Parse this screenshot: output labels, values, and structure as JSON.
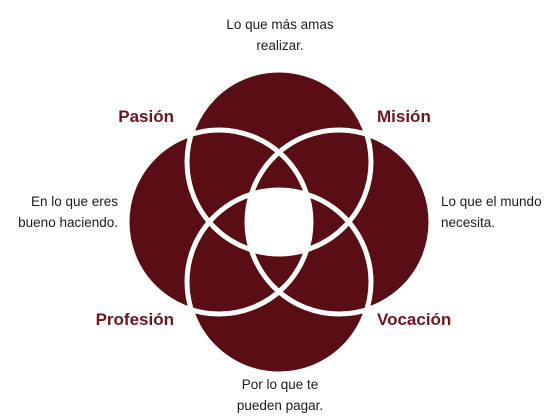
{
  "colors": {
    "circle_fill": "#590d14",
    "circle_stroke": "#ffffff",
    "center_fill": "#ffffff",
    "label_color": "#6e1620",
    "text_color": "#1c1c1c"
  },
  "diagram": {
    "labels": {
      "pasion": "Pasión",
      "mision": "Misión",
      "profesion": "Profesión",
      "vocacion": "Vocación"
    },
    "captions": {
      "top": [
        "Lo que más amas",
        "realizar."
      ],
      "left": [
        "En lo que eres",
        "bueno haciendo."
      ],
      "right": [
        "Lo que el mundo",
        "necesita."
      ],
      "bottom": [
        "Por lo que te",
        "pueden pagar."
      ]
    }
  }
}
